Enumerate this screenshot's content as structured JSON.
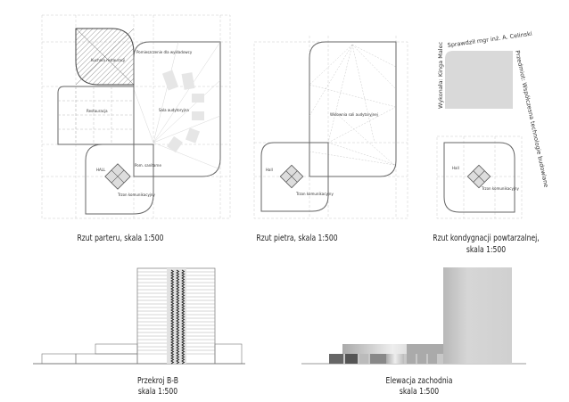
{
  "plans": {
    "ground_floor": {
      "title": "Rzut parteru, skala 1:500",
      "rooms": [
        "Kuchnia restauracji",
        "Pomieszczenie dla wykładowcy",
        "Restauracja",
        "Sala audytoryjna",
        "HALL",
        "Pom. sanitarne",
        "Trzon komunikacyjny"
      ]
    },
    "first_floor": {
      "title": "Rzut pietra, skala 1:500",
      "rooms": [
        "Widownia sali audytoryjnej",
        "Hall",
        "Trzon komunikacyjny"
      ]
    },
    "typical_floor": {
      "title_line1": "Rzut kondygnacji powtarzalnej,",
      "title_line2": "skala 1:500",
      "rooms": [
        "Hall",
        "Trzon komunikacyjny"
      ]
    }
  },
  "section": {
    "title_line1": "Przekroj B-B",
    "title_line2": "skala 1:500"
  },
  "elevation": {
    "title_line1": "Elewacja zachodnia",
    "title_line2": "skala 1:500"
  },
  "title_block": {
    "top": "Sprawdził mgr inż. A. Celinski",
    "right": "Przedmiot: Współczesna technologie budowlane",
    "left": "Wykonała: Kinga Malec"
  }
}
